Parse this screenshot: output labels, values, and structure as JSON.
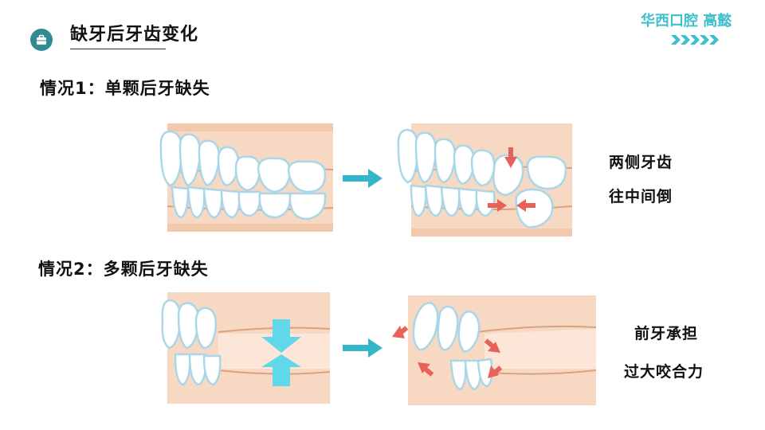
{
  "header": {
    "title": "缺牙后牙齿变化",
    "brand": "华西口腔 高懿",
    "title_icon": "briefcase-icon",
    "brand_color": "#3dbfd0",
    "accent_color": "#2f8a94"
  },
  "case1": {
    "heading": "情况1：单颗后牙缺失",
    "note_line1": "两侧牙齿",
    "note_line2": "往中间倒"
  },
  "case2": {
    "heading": "情况2：多颗后牙缺失",
    "note_line1": "前牙承担",
    "note_line2": "过大咬合力"
  },
  "colors": {
    "gum": "#f7d8c2",
    "tooth_fill": "#ffffff",
    "tooth_stroke": "#a9d6e8",
    "arrow_teal": "#36b4c9",
    "arrow_red": "#e8615b",
    "force_arrow": "#5fd8ea"
  }
}
